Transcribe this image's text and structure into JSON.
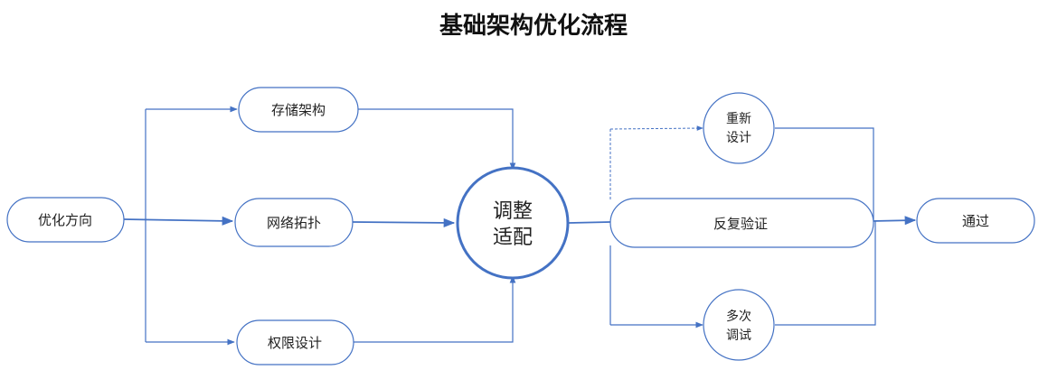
{
  "title": "基础架构优化流程",
  "nodes": {
    "start": "优化方向",
    "storage": "存储架构",
    "network": "网络拓扑",
    "permission": "权限设计",
    "center_line1": "调整",
    "center_line2": "适配",
    "redesign_line1": "重新",
    "redesign_line2": "设计",
    "verify": "反复验证",
    "debug_line1": "多次",
    "debug_line2": "调试",
    "pass": "通过"
  },
  "colors": {
    "stroke": "#4472c4",
    "text": "#222222",
    "background": "#ffffff"
  }
}
